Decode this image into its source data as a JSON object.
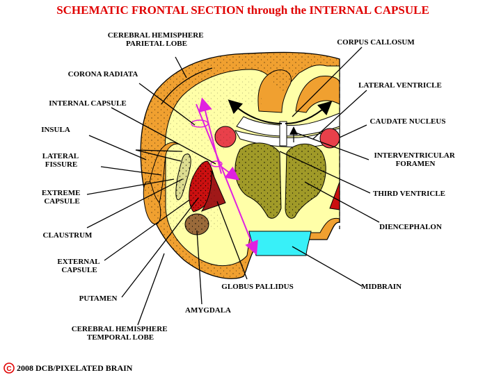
{
  "title": "SCHEMATIC FRONTAL SECTION through the INTERNAL CAPSULE",
  "labels": {
    "cerebral_hemisphere_parietal": [
      "CEREBRAL HEMISPHERE",
      "PARIETAL LOBE"
    ],
    "corpus_callosum": "CORPUS CALLOSUM",
    "corona_radiata": "CORONA RADIATA",
    "lateral_ventricle": "LATERAL VENTRICLE",
    "internal_capsule": "INTERNAL CAPSULE",
    "caudate_nucleus": "CAUDATE NUCLEUS",
    "insula": "INSULA",
    "interventricular_foramen": [
      "INTERVENTRICULAR",
      "FORAMEN"
    ],
    "lateral_fissure": [
      "LATERAL",
      "FISSURE"
    ],
    "third_ventricle": "THIRD VENTRICLE",
    "extreme_capsule": [
      "EXTREME",
      "CAPSULE"
    ],
    "diencephalon": "DIENCEPHALON",
    "claustrum": "CLAUSTRUM",
    "external_capsule": [
      "EXTERNAL",
      "CAPSULE"
    ],
    "midbrain": "MIDBRAIN",
    "globus_pallidus": "GLOBUS PALLIDUS",
    "putamen": "PUTAMEN",
    "amygdala": "AMYGDALA",
    "cerebral_hemisphere_temporal": [
      "CEREBRAL HEMISPHERE",
      "TEMPORAL LOBE"
    ]
  },
  "copyright": {
    "symbol": "C",
    "text": "2008  DCB/PIXELATED BRAIN"
  },
  "colors": {
    "title_red": "#e00000",
    "cortex_orange": "#f0a030",
    "white_matter": "#ffffa8",
    "caudate_red": "#e8404a",
    "diencephalon_olive": "#a09a28",
    "putamen_red": "#cc1010",
    "amygdala_brown": "#9a6a3a",
    "midbrain_cyan": "#38f0f8",
    "pathway_magenta": "#e020e0",
    "claustrum_tan": "#dcdc90"
  }
}
